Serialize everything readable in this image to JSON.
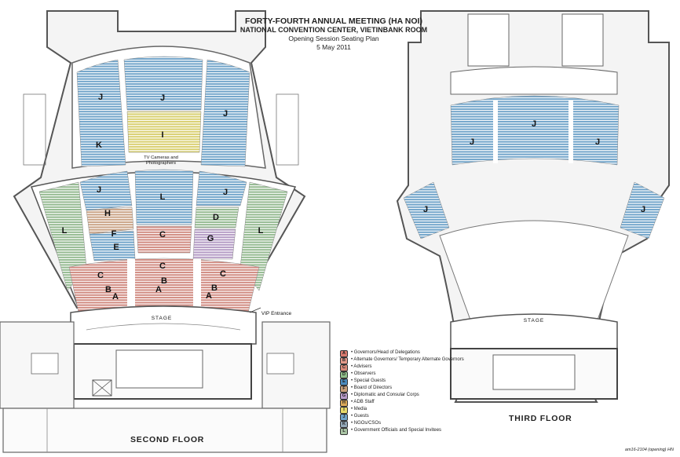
{
  "title": {
    "line1": "FORTY-FOURTH ANNUAL MEETING (HA NOI)",
    "line2": "NATIONAL CONVENTION CENTER, VIETINBANK ROOM",
    "line3": "Opening Session Seating Plan",
    "line4": "5 May 2011"
  },
  "second_floor": {
    "label": "SECOND FLOOR",
    "stage": "STAGE",
    "vip_entrance": "VIP Entrance",
    "tv_note": "TV Cameras and Photographers",
    "section_letters": [
      "J",
      "J",
      "J",
      "I",
      "K",
      "J",
      "L",
      "J",
      "H",
      "D",
      "L",
      "L",
      "F",
      "C",
      "G",
      "E",
      "C",
      "C",
      "B",
      "B",
      "C",
      "A",
      "A",
      "B",
      "A"
    ]
  },
  "third_floor": {
    "label": "THIRD FLOOR",
    "stage": "STAGE",
    "section_letters": [
      "J",
      "J",
      "J",
      "J",
      "J"
    ]
  },
  "legend": [
    {
      "code": "A",
      "label": "Governors/Head of Delegations",
      "color": "#d97a6e"
    },
    {
      "code": "B",
      "label": "Alternate Governors/ Temporary Alternate Governors",
      "color": "#e39a8a"
    },
    {
      "code": "C",
      "label": "Advisers",
      "color": "#d88a7a"
    },
    {
      "code": "D",
      "label": "Observers",
      "color": "#8fbf8a"
    },
    {
      "code": "E",
      "label": "Special Guests",
      "color": "#4a8bbf"
    },
    {
      "code": "F",
      "label": "Board of Directors",
      "color": "#c8a07a"
    },
    {
      "code": "G",
      "label": "Diplomatic and Consular Corps",
      "color": "#b69ac8"
    },
    {
      "code": "H",
      "label": "ADB Staff",
      "color": "#d9a85a"
    },
    {
      "code": "I",
      "label": "Media",
      "color": "#e8d96a"
    },
    {
      "code": "J",
      "label": "Guests",
      "color": "#6fa3c9"
    },
    {
      "code": "K",
      "label": "NGOs/CSOs",
      "color": "#93a8b8"
    },
    {
      "code": "L",
      "label": "Government Officials and Special Invitees",
      "color": "#a9c4a4"
    }
  ],
  "note": "am16-2104 (opening) HN"
}
